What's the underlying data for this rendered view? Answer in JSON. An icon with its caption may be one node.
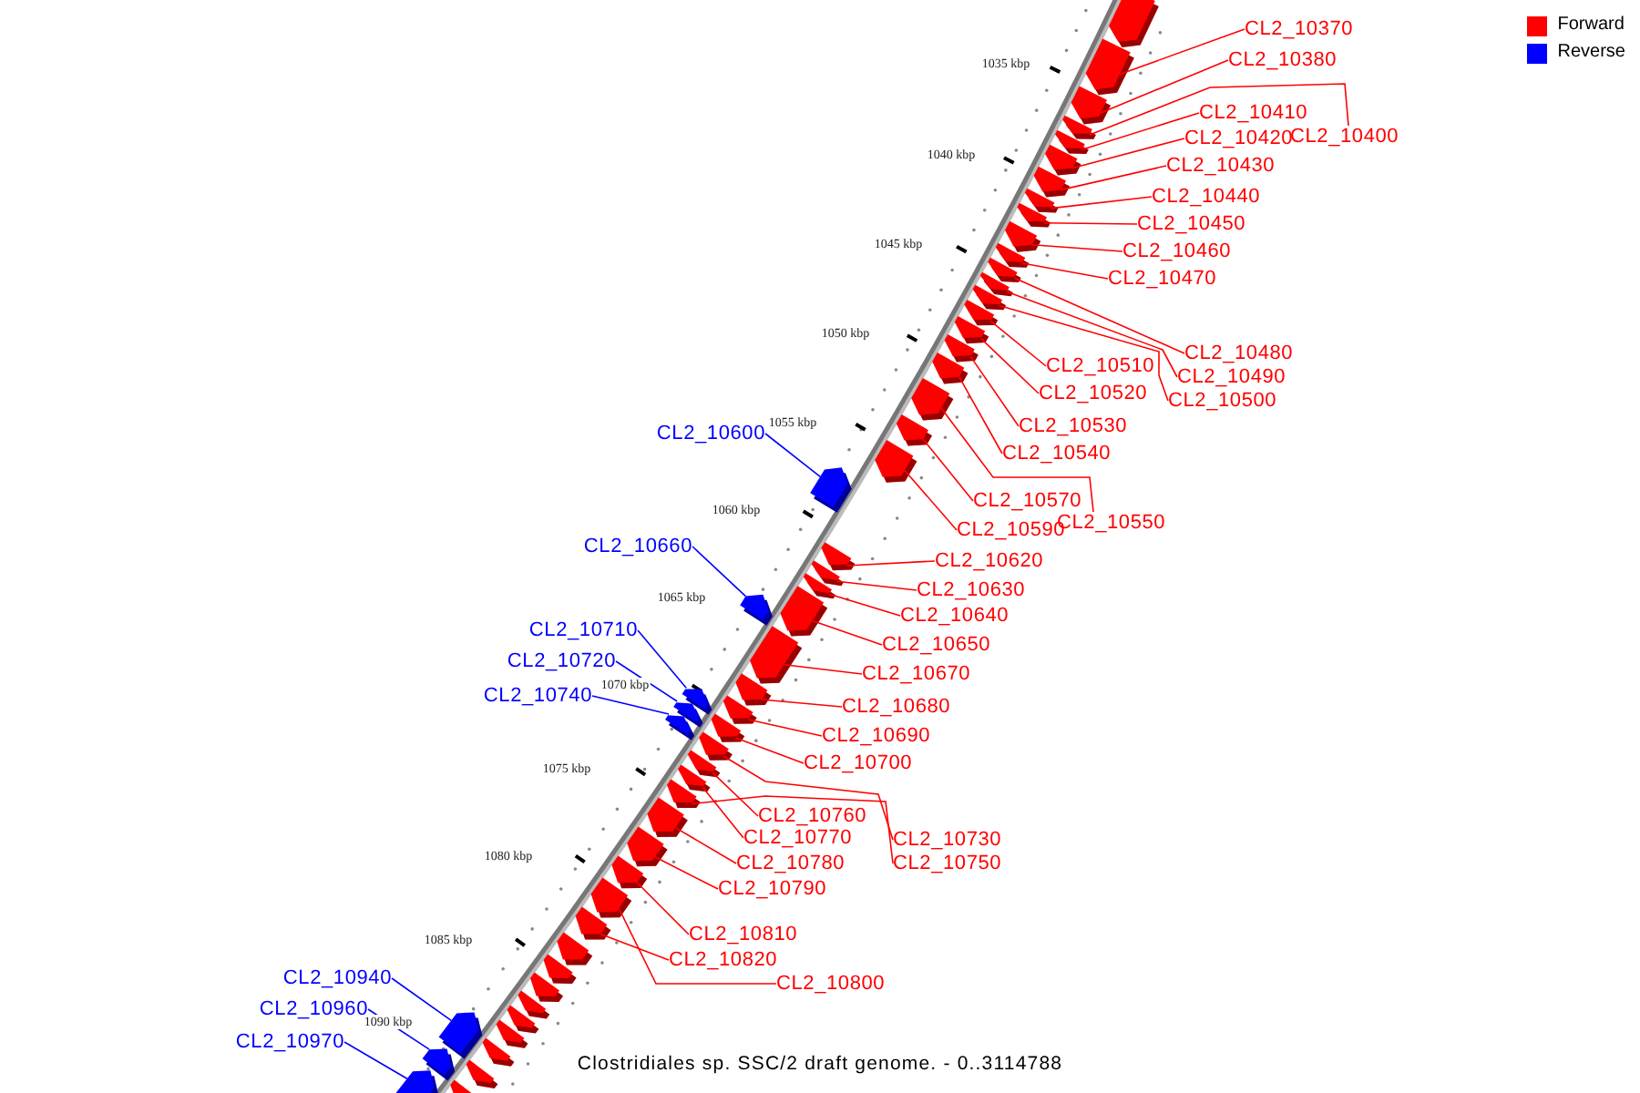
{
  "diagram": {
    "caption": "Clostridiales sp. SSC/2 draft genome. - 0..3114788",
    "nodes": [
      {
        "text": [
          "CL2_10370"
        ]
      },
      {
        "text": [
          "CL2_10380"
        ]
      },
      {
        "text": [
          "CL2_10410"
        ]
      },
      {
        "text": [
          "CL2_10400"
        ]
      },
      {
        "text": [
          "CL2_10420"
        ]
      },
      {
        "text": [
          "CL2_10430"
        ]
      },
      {
        "text": [
          "CL2_10440"
        ]
      },
      {
        "text": [
          "CL2_10450"
        ]
      },
      {
        "text": [
          "CL2_10460"
        ]
      },
      {
        "text": [
          "CL2_10470"
        ]
      },
      {
        "text": [
          "CL2_10480"
        ]
      },
      {
        "text": [
          "CL2_10510"
        ]
      },
      {
        "text": [
          "CL2_10490"
        ]
      },
      {
        "text": [
          "CL2_10520"
        ]
      },
      {
        "text": [
          "CL2_10500"
        ]
      },
      {
        "text": [
          "CL2_10530"
        ]
      },
      {
        "text": [
          "CL2_10540"
        ]
      },
      {
        "text": [
          "CL2_10600"
        ]
      },
      {
        "text": [
          "CL2_10570"
        ]
      },
      {
        "text": [
          "CL2_10550"
        ]
      },
      {
        "text": [
          "CL2_10590"
        ]
      },
      {
        "text": [
          "CL2_10660"
        ]
      },
      {
        "text": [
          "CL2_10620"
        ]
      },
      {
        "text": [
          "CL2_10630"
        ]
      },
      {
        "text": [
          "CL2_10640"
        ]
      },
      {
        "text": [
          "CL2_10710"
        ]
      },
      {
        "text": [
          "CL2_10650"
        ]
      },
      {
        "text": [
          "CL2_10720"
        ]
      },
      {
        "text": [
          "CL2_10670"
        ]
      },
      {
        "text": [
          "CL2_10740"
        ]
      },
      {
        "text": [
          "CL2_10680"
        ]
      },
      {
        "text": [
          "CL2_10690"
        ]
      },
      {
        "text": [
          "CL2_10700"
        ]
      },
      {
        "text": [
          "CL2_10760"
        ]
      },
      {
        "text": [
          "CL2_10770"
        ]
      },
      {
        "text": [
          "CL2_10730"
        ]
      },
      {
        "text": [
          "CL2_10750"
        ]
      },
      {
        "text": [
          "CL2_10780"
        ]
      },
      {
        "text": [
          "CL2_10790"
        ]
      },
      {
        "text": [
          "CL2_10810"
        ]
      },
      {
        "text": [
          "CL2_10820"
        ]
      },
      {
        "text": [
          "CL2_10800"
        ]
      },
      {
        "text": [
          "CL2_10940"
        ]
      },
      {
        "text": [
          "CL2_10960"
        ]
      },
      {
        "text": [
          "CL2_10970"
        ]
      },
      {
        "text": [],
        "shape": "pentagon"
      },
      {
        "text": [],
        "shape": "pentagon"
      },
      {
        "text": [],
        "shape": "pentagon"
      },
      {
        "text": [],
        "shape": "pentagon"
      },
      {
        "text": [],
        "shape": "pentagon"
      },
      {
        "text": [],
        "shape": "pentagon"
      },
      {
        "text": [],
        "shape": "pentagon"
      },
      {
        "text": [],
        "shape": "pentagon"
      },
      {
        "text": [],
        "shape": "pentagon"
      },
      {
        "text": [],
        "shape": "pentagon"
      },
      {
        "text": [],
        "shape": "pentagon"
      },
      {
        "text": [],
        "shape": "pentagon"
      },
      {
        "text": [],
        "shape": "pentagon"
      },
      {
        "text": [],
        "shape": "pentagon"
      },
      {
        "text": [],
        "shape": "pentagon"
      },
      {
        "text": [],
        "shape": "pentagon"
      },
      {
        "text": [],
        "shape": "pentagon"
      },
      {
        "text": [],
        "shape": "pentagon"
      },
      {
        "text": [],
        "shape": "pentagon"
      },
      {
        "text": [],
        "shape": "pentagon"
      },
      {
        "text": [],
        "shape": "pentagon"
      },
      {
        "text": [],
        "shape": "pentagon"
      },
      {
        "text": [],
        "shape": "pentagon"
      },
      {
        "text": [],
        "shape": "pentagon"
      },
      {
        "text": [],
        "shape": "pentagon"
      },
      {
        "text": [],
        "shape": "pentagon"
      },
      {
        "text": [],
        "shape": "pentagon"
      },
      {
        "text": [],
        "shape": "pentagon"
      },
      {
        "text": [],
        "shape": "pentagon"
      },
      {
        "text": [],
        "shape": "pentagon"
      },
      {
        "text": [],
        "shape": "pentagon"
      },
      {
        "text": [],
        "shape": "pentagon"
      },
      {
        "text": [],
        "shape": "pentagon"
      },
      {
        "text": [],
        "shape": "pentagon"
      },
      {
        "text": [],
        "shape": "pentagon"
      },
      {
        "text": [],
        "shape": "pentagon"
      },
      {
        "text": [],
        "shape": "pentagon"
      },
      {
        "text": [],
        "shape": "pentagon"
      },
      {
        "text": [],
        "shape": "pentagon"
      },
      {
        "text": [],
        "shape": "pentagon"
      },
      {
        "text": [],
        "shape": "pentagon"
      },
      {
        "text": [],
        "shape": "pentagon"
      },
      {
        "text": [],
        "shape": "pentagon"
      },
      {
        "text": [],
        "shape": "pentagon"
      },
      {
        "text": [],
        "shape": "pentagon"
      },
      {
        "text": [],
        "shape": "pentagon"
      },
      {
        "text": [],
        "shape": "pentagon"
      },
      {
        "text": [],
        "shape": "pentagon"
      },
      {
        "text": [],
        "shape": "pentagon"
      },
      {
        "text": [],
        "shape": "pentagon"
      },
      {
        "text": [],
        "shape": "pentagon"
      },
      {
        "text": [],
        "shape": "pentagon"
      },
      {
        "text": [],
        "shape": "pentagon"
      },
      {
        "text": [],
        "shape": "pentagon"
      },
      {
        "text": [],
        "shape": "pentagon"
      }
    ],
    "edges": [
      {
        "from": 0,
        "to": 45,
        "arrow": "none"
      },
      {
        "from": 1,
        "to": 46,
        "arrow": "none"
      },
      {
        "from": 2,
        "to": 48,
        "arrow": "none"
      },
      {
        "from": 3,
        "to": 47,
        "arrow": "none"
      },
      {
        "from": 4,
        "to": 49,
        "arrow": "none"
      },
      {
        "from": 5,
        "to": 50,
        "arrow": "none"
      },
      {
        "from": 6,
        "to": 51,
        "arrow": "none"
      },
      {
        "from": 7,
        "to": 52,
        "arrow": "none"
      },
      {
        "from": 8,
        "to": 53,
        "arrow": "none"
      },
      {
        "from": 9,
        "to": 54,
        "arrow": "none"
      },
      {
        "from": 10,
        "to": 55,
        "arrow": "none"
      },
      {
        "from": 11,
        "to": 58,
        "arrow": "none"
      },
      {
        "from": 12,
        "to": 56,
        "arrow": "none"
      },
      {
        "from": 13,
        "to": 59,
        "arrow": "none"
      },
      {
        "from": 14,
        "to": 57,
        "arrow": "none"
      },
      {
        "from": 15,
        "to": 60,
        "arrow": "none"
      },
      {
        "from": 16,
        "to": 61,
        "arrow": "none"
      },
      {
        "from": 17,
        "to": 65,
        "arrow": "none",
        "color": "#0000ff"
      },
      {
        "from": 18,
        "to": 63,
        "arrow": "none"
      },
      {
        "from": 19,
        "to": 62,
        "arrow": "none"
      },
      {
        "from": 20,
        "to": 64,
        "arrow": "none"
      },
      {
        "from": 21,
        "to": 70,
        "arrow": "none",
        "color": "#0000ff"
      },
      {
        "from": 22,
        "to": 66,
        "arrow": "none"
      },
      {
        "from": 23,
        "to": 67,
        "arrow": "none"
      },
      {
        "from": 24,
        "to": 68,
        "arrow": "none"
      },
      {
        "from": 25,
        "to": 74,
        "arrow": "none",
        "color": "#0000ff"
      },
      {
        "from": 26,
        "to": 69,
        "arrow": "none"
      },
      {
        "from": 27,
        "to": 76,
        "arrow": "none",
        "color": "#0000ff"
      },
      {
        "from": 28,
        "to": 71,
        "arrow": "none"
      },
      {
        "from": 29,
        "to": 77,
        "arrow": "none",
        "color": "#0000ff"
      },
      {
        "from": 30,
        "to": 72,
        "arrow": "none"
      },
      {
        "from": 31,
        "to": 73,
        "arrow": "none"
      },
      {
        "from": 32,
        "to": 75,
        "arrow": "none"
      },
      {
        "from": 33,
        "to": 79,
        "arrow": "none"
      },
      {
        "from": 34,
        "to": 80,
        "arrow": "none"
      },
      {
        "from": 35,
        "to": 78,
        "arrow": "none"
      },
      {
        "from": 36,
        "to": 81,
        "arrow": "none"
      },
      {
        "from": 37,
        "to": 82,
        "arrow": "none"
      },
      {
        "from": 38,
        "to": 83,
        "arrow": "none"
      },
      {
        "from": 39,
        "to": 84,
        "arrow": "none"
      },
      {
        "from": 40,
        "to": 86,
        "arrow": "none"
      },
      {
        "from": 41,
        "to": 85,
        "arrow": "none"
      },
      {
        "from": 42,
        "to": 87,
        "arrow": "none",
        "color": "#0000ff"
      },
      {
        "from": 43,
        "to": 88,
        "arrow": "none",
        "color": "#0000ff"
      },
      {
        "from": 44,
        "to": 89,
        "arrow": "none",
        "color": "#0000ff"
      }
    ],
    "labels": [
      "1035 kbp",
      "1040 kbp",
      "1045 kbp",
      "1050 kbp",
      "1055 kbp",
      "1060 kbp",
      "1065 kbp",
      "1070 kbp",
      "1075 kbp",
      "1080 kbp",
      "1085 kbp",
      "1090 kbp"
    ],
    "legend": [
      {
        "text": "Forward",
        "color": "#ff0000"
      },
      {
        "text": "Reverse",
        "color": "#0000ff"
      }
    ]
  }
}
